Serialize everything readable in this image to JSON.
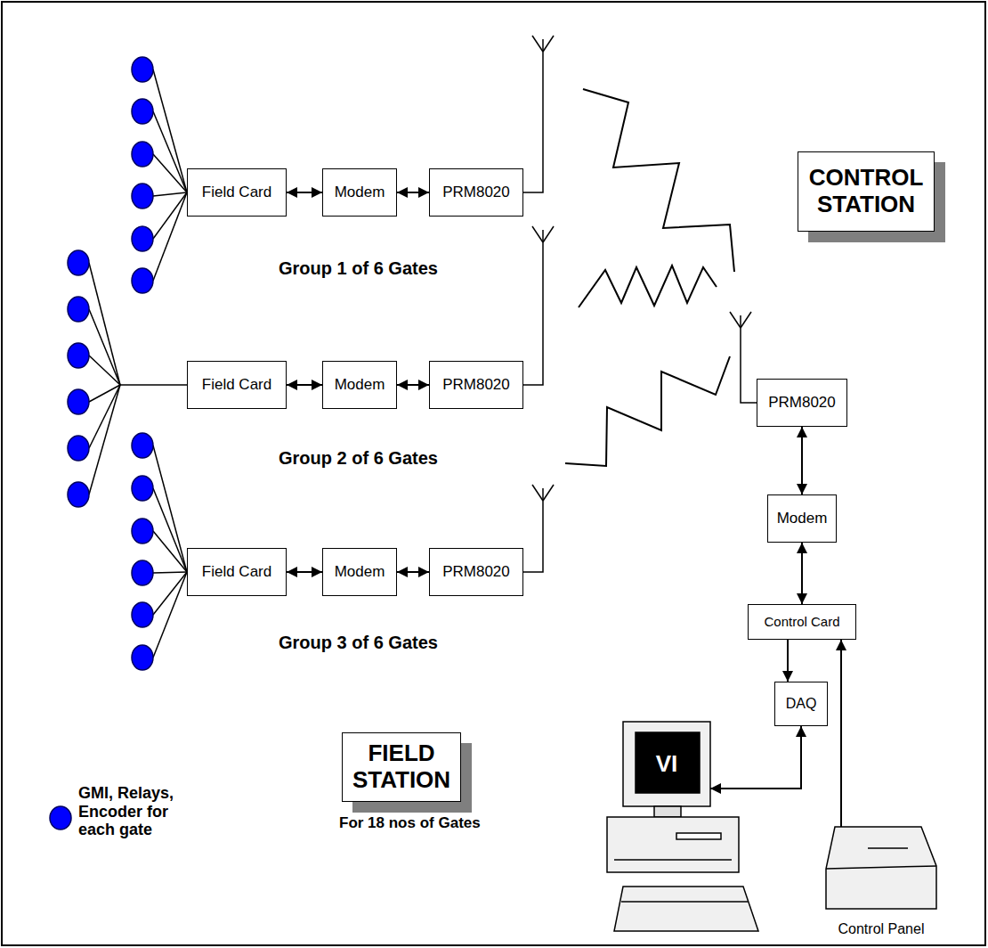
{
  "diagram": {
    "nodes": [
      {
        "text": [
          "Field Card"
        ]
      },
      {
        "text": [
          "Modem"
        ]
      },
      {
        "text": [
          "PRM8020"
        ]
      },
      {
        "text": [
          "CONTROL STATION"
        ]
      },
      {
        "text": [
          "Field Card"
        ]
      },
      {
        "text": [
          "Modem"
        ]
      },
      {
        "text": [
          "PRM8020"
        ]
      },
      {
        "text": [
          "Field Card"
        ]
      },
      {
        "text": [
          "Modem"
        ]
      },
      {
        "text": [
          "PRM8020"
        ]
      },
      {
        "text": [
          "PRM8020"
        ]
      },
      {
        "text": [
          "Modem"
        ]
      },
      {
        "text": [
          "Control Card"
        ]
      },
      {
        "text": [
          "DAQ"
        ]
      },
      {
        "text": [
          "VI"
        ]
      },
      {
        "text": [
          "FIELD STATION"
        ]
      },
      {
        "text": [
          "Control Panel"
        ]
      }
    ],
    "edges": [
      {
        "from": 0,
        "to": 1,
        "arrow": "both"
      },
      {
        "from": 1,
        "to": 2,
        "arrow": "both"
      },
      {
        "from": 4,
        "to": 5,
        "arrow": "both"
      },
      {
        "from": 5,
        "to": 6,
        "arrow": "both"
      },
      {
        "from": 7,
        "to": 8,
        "arrow": "both"
      },
      {
        "from": 8,
        "to": 9,
        "arrow": "both"
      },
      {
        "from": 10,
        "to": 11,
        "arrow": "both"
      },
      {
        "from": 11,
        "to": 12,
        "arrow": "both"
      },
      {
        "from": 12,
        "to": 13,
        "arrow": "to"
      },
      {
        "from": 13,
        "to": 14,
        "arrow": "both"
      },
      {
        "from": 16,
        "to": 12,
        "arrow": "to"
      }
    ],
    "labels": [
      "Group 1 of 6 Gates",
      "Group 2 of 6 Gates",
      "Group 3 of 6 Gates",
      "For 18 nos of Gates"
    ],
    "legend": [
      {
        "text": "GMI, Relays, Encoder for each gate",
        "color": "#0000ff"
      }
    ]
  }
}
